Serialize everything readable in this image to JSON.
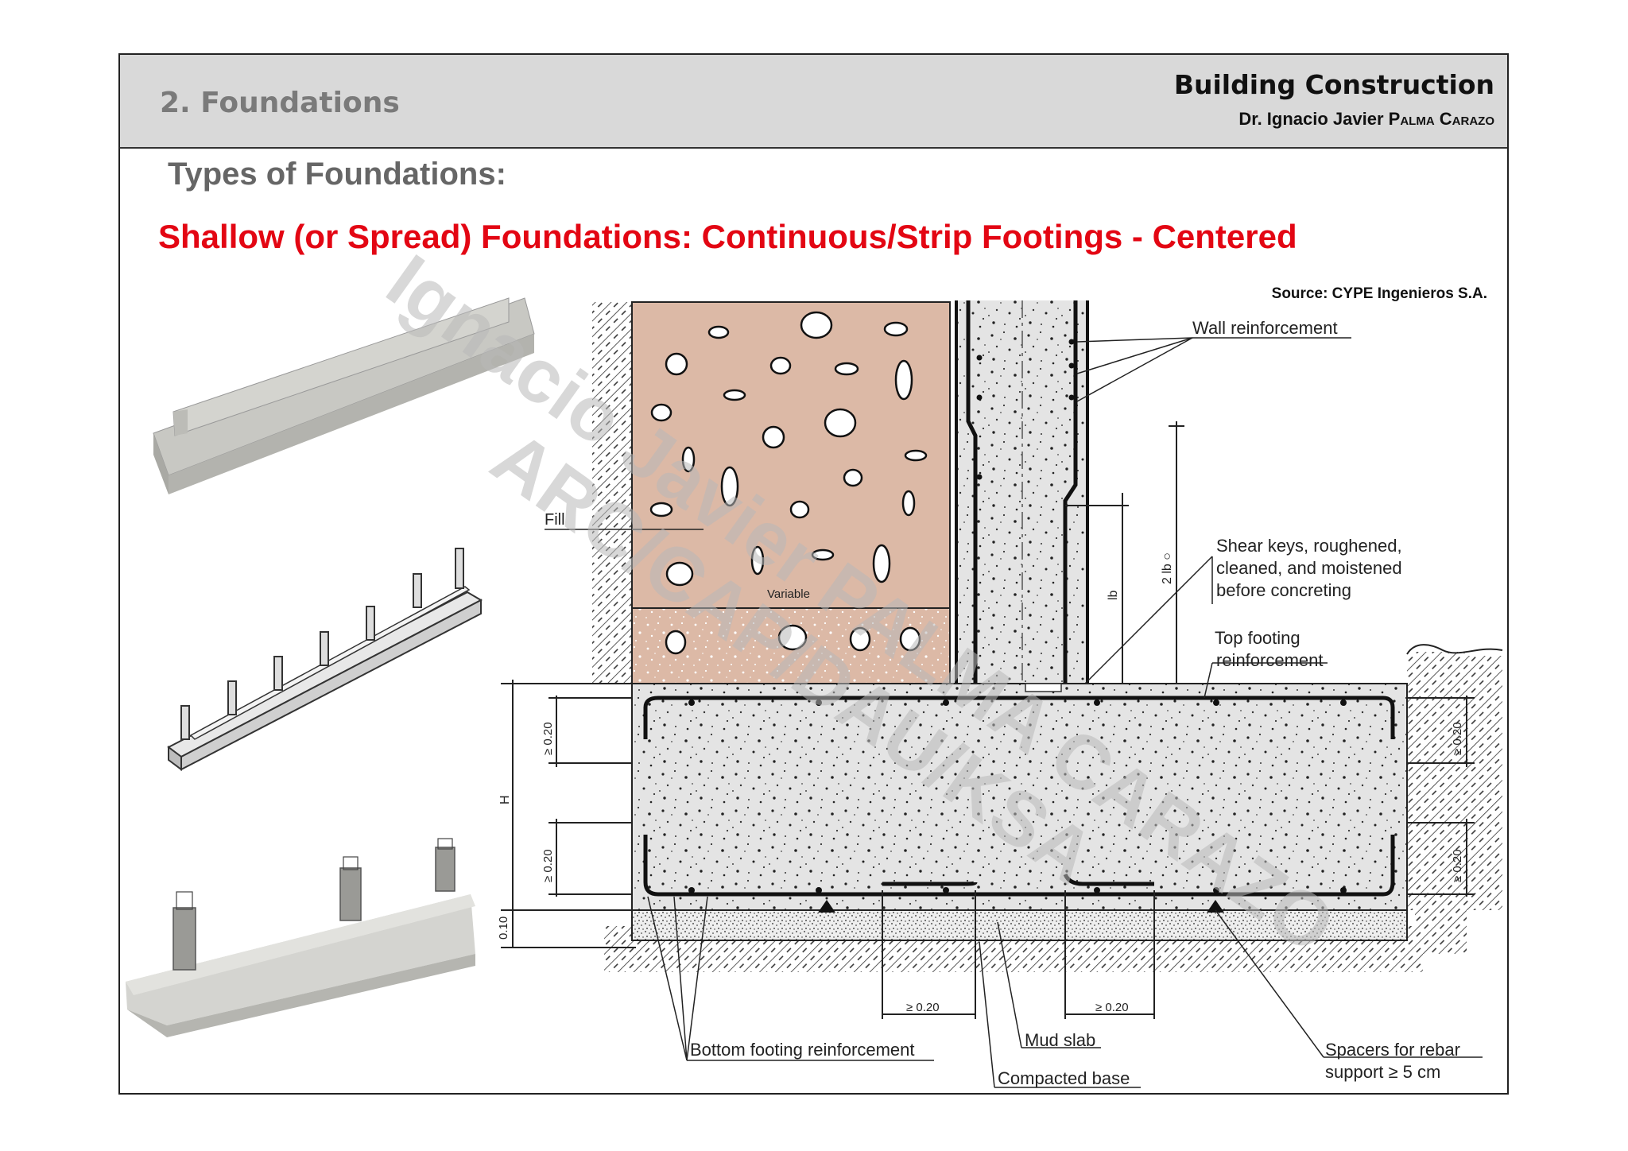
{
  "header": {
    "section_title": "2. Foundations",
    "course_title": "Building Construction",
    "author_first": "Dr. Ignacio Javier ",
    "author_palma": "Palma",
    "author_carazo": "Carazo"
  },
  "subtitle": "Types of Foundations:",
  "main_title": "Shallow (or Spread) Foundations: Continuous/Strip Footings - Centered",
  "source": "Source: CYPE Ingenieros S.A.",
  "watermark": [
    "Ignacio Javier PALMA CARAZO",
    "ARC/CAP/DAU/KSA"
  ],
  "labels": {
    "wall_reinforcement": "Wall reinforcement",
    "fill": "Fill",
    "variable": "Variable",
    "shear_keys_1": "Shear keys, roughened,",
    "shear_keys_2": "cleaned, and moistened",
    "shear_keys_3": "before concreting",
    "top_footing_1": "Top footing",
    "top_footing_2": "reinforcement",
    "lb": "lb",
    "two_lb": "2 lb ○",
    "h": "H",
    "ge020_tl": "≥ 0.20",
    "ge020_bl": "≥ 0.20",
    "ge020_tr": "≥ 0.20",
    "ge020_br": "≥ 0.20",
    "dim010": "0.10",
    "ge020_b1": "≥ 0.20",
    "ge020_b2": "≥ 0.20",
    "bottom_footing": "Bottom footing reinforcement",
    "mud_slab": "Mud slab",
    "compacted_base": "Compacted base",
    "spacers_1": "Spacers for rebar",
    "spacers_2": "support  ≥  5 cm"
  },
  "colors": {
    "title_red": "#e30613",
    "fill_soil": "#dcb9a6",
    "concrete": "#e4e4e4",
    "header_gray": "#d9d9d9"
  }
}
